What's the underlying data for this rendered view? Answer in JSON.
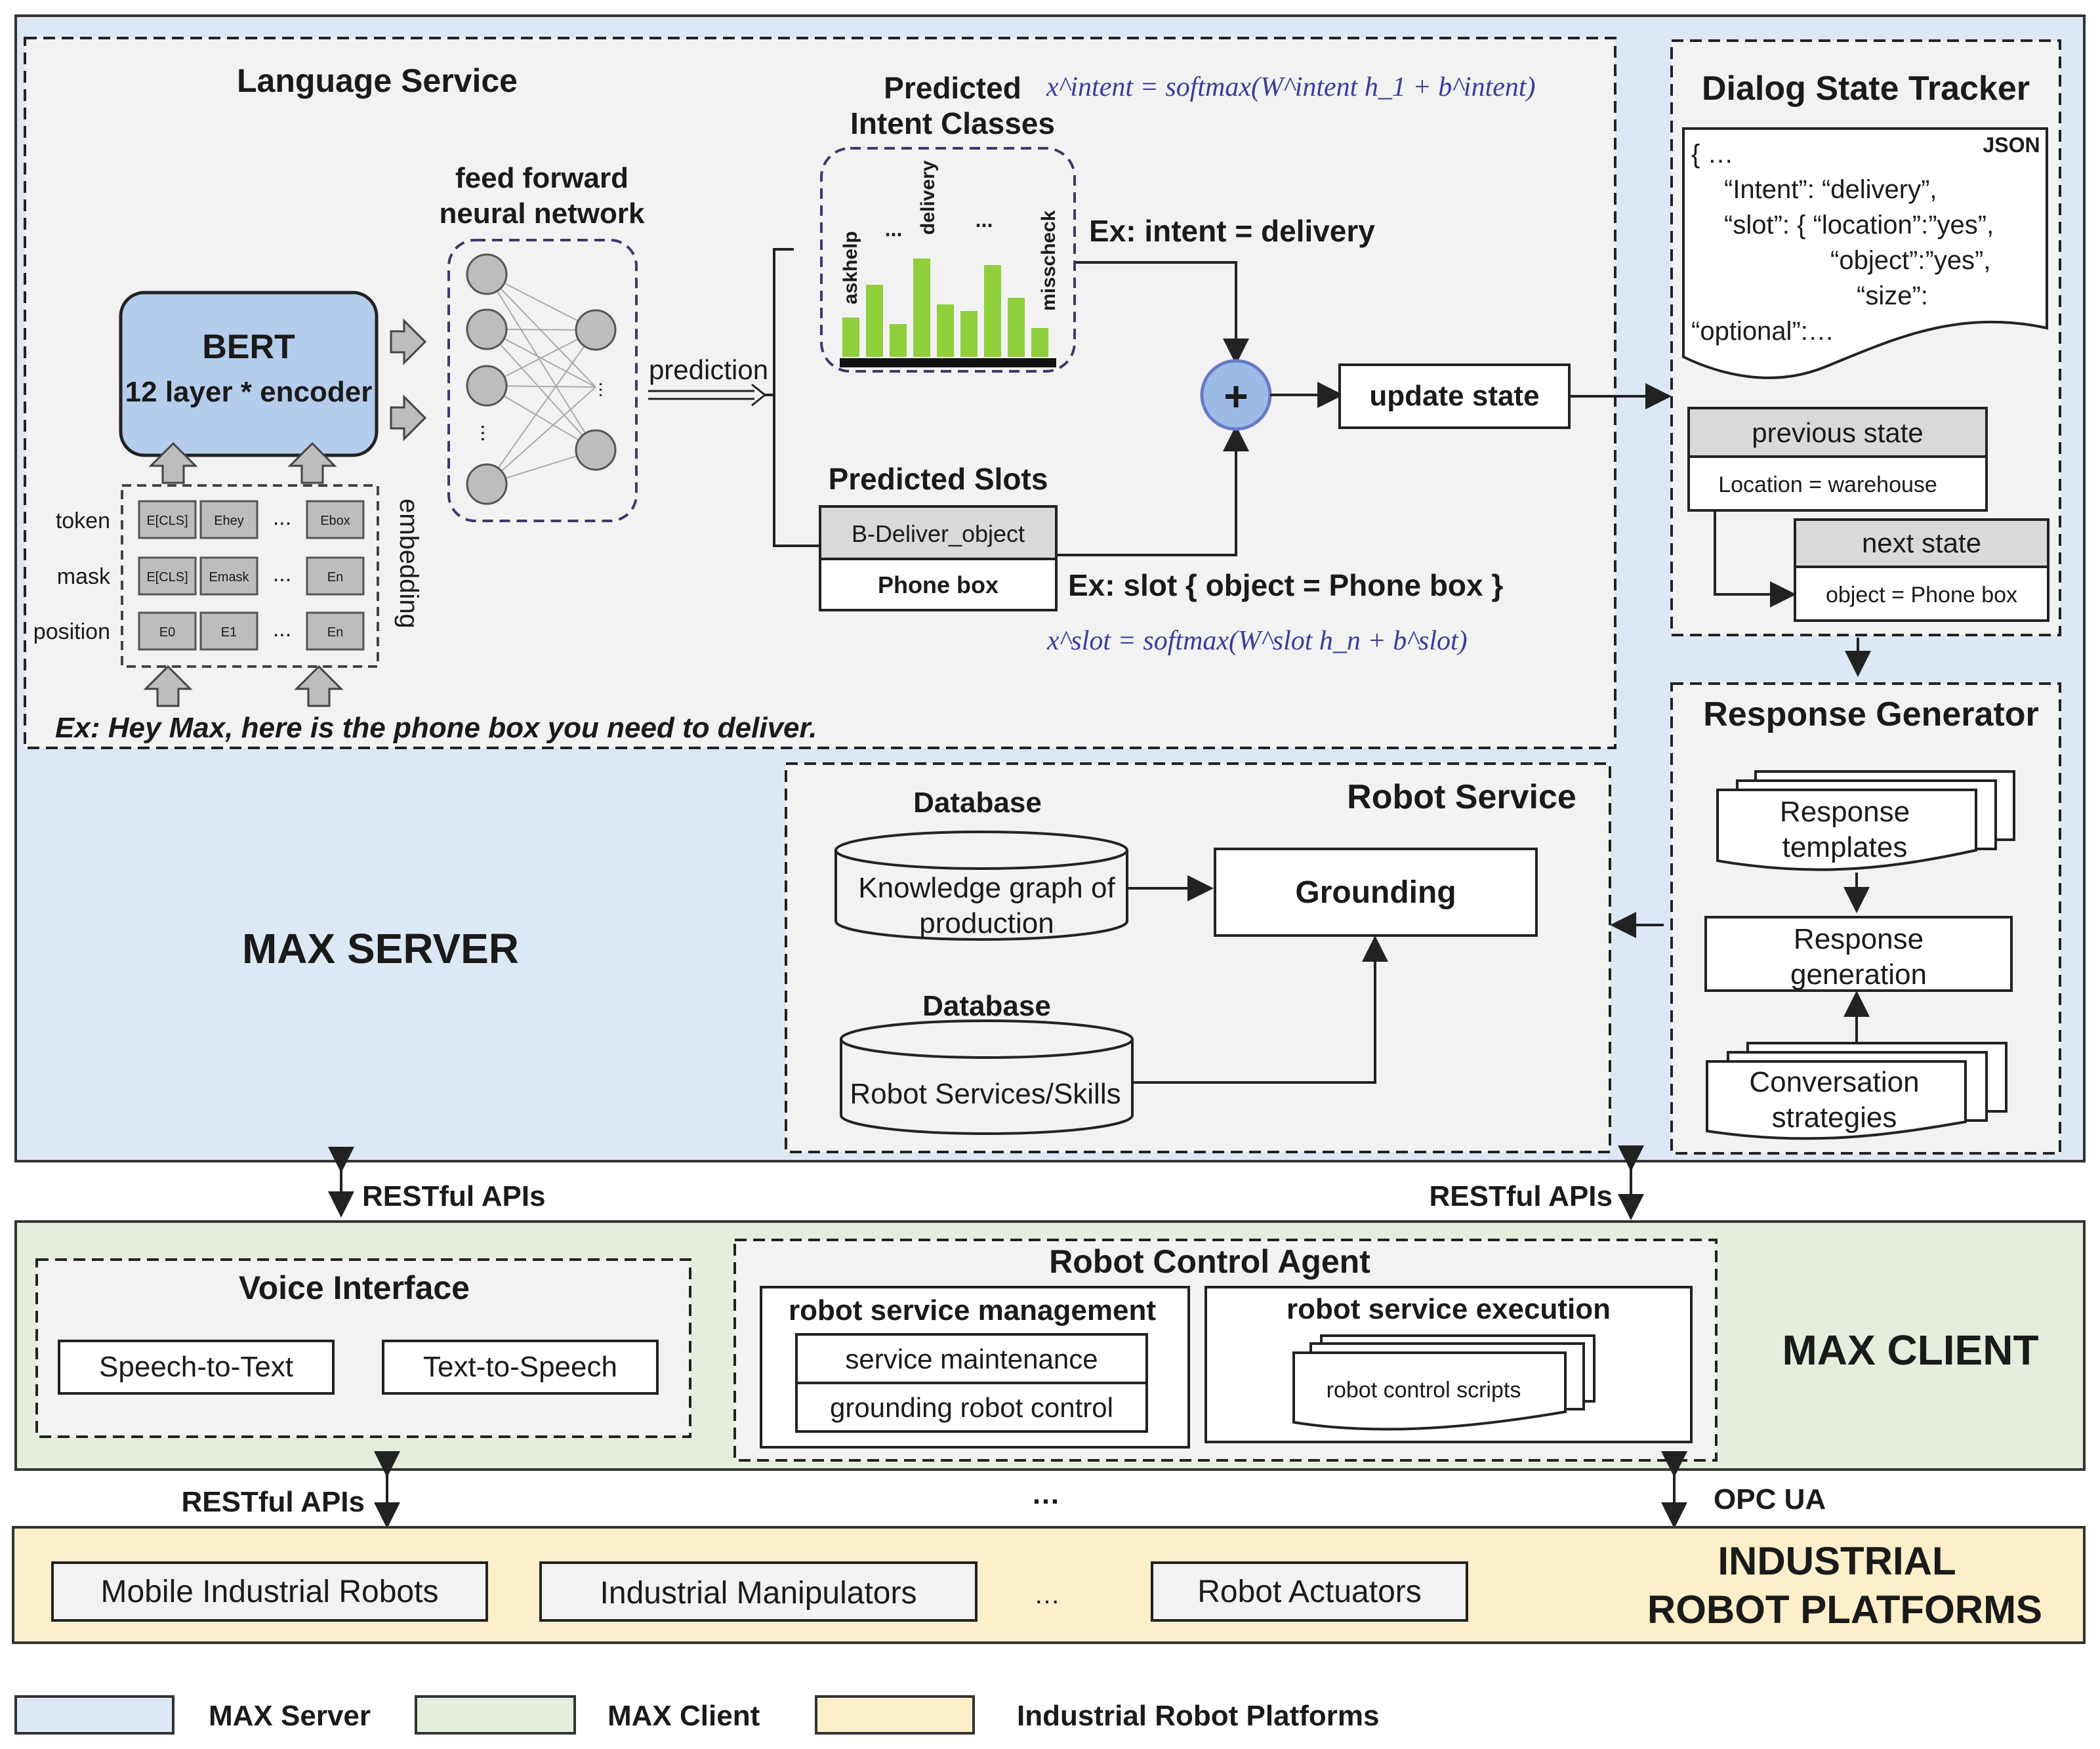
{
  "language_service": {
    "title": "Language Service",
    "bert_title": "BERT",
    "bert_subtitle": "12 layer * encoder",
    "ffnn_line1": "feed forward",
    "ffnn_line2": "neural network",
    "prediction_label": "prediction",
    "embedding_label": "embedding",
    "row_labels": [
      "token",
      "mask",
      "position"
    ],
    "emb_tokens": [
      "E[CLS]",
      "Ehey",
      "Ebox"
    ],
    "emb_mask": [
      "E[CLS]",
      "Emask",
      "En"
    ],
    "emb_pos": [
      "E0",
      "E1",
      "En"
    ],
    "ellipsis": "...",
    "intent_title_line1": "Predicted",
    "intent_title_line2": "Intent Classes",
    "intent_formula": "x^intent = softmax(W^intent h_1 + b^intent)",
    "intent_labels": [
      "askhelp",
      "...",
      "delivery",
      "...",
      "misscheck"
    ],
    "intent_bar_values": [
      0.3,
      0.55,
      0.25,
      0.75,
      0.4,
      0.35,
      0.7,
      0.45,
      0.22
    ],
    "intent_example": "Ex: intent = delivery",
    "slots_title": "Predicted Slots",
    "slot_tag": "B-Deliver_object",
    "slot_value": "Phone box",
    "slot_example": "Ex: slot { object = Phone box }",
    "slot_formula": "x^slot = softmax(W^slot h_n + b^slot)",
    "plus": "+",
    "update_state": "update state",
    "utterance": "Ex: Hey Max, here is the phone box you need to deliver."
  },
  "dialog_state_tracker": {
    "title": "Dialog State Tracker",
    "json_tag": "JSON",
    "json_lines": [
      "{    …",
      "“Intent”: “delivery”,",
      "“slot”: { “location”:”yes”,",
      "“object”:”yes”,",
      "“size”:",
      "“optional”:…"
    ],
    "previous_state": "previous state",
    "previous_value": "Location = warehouse",
    "next_state": "next state",
    "next_value": "object = Phone box"
  },
  "response_generator": {
    "title": "Response Generator",
    "templates_line1": "Response",
    "templates_line2": "templates",
    "generation_line1": "Response",
    "generation_line2": "generation",
    "strategies_line1": "Conversation",
    "strategies_line2": "strategies"
  },
  "robot_service": {
    "title": "Robot Service",
    "db1_title": "Database",
    "db1_line1": "Knowledge graph of",
    "db1_line2": "production",
    "db2_title": "Database",
    "db2_text": "Robot Services/Skills",
    "grounding": "Grounding"
  },
  "max_server_label": "MAX SERVER",
  "restful_left": "RESTful APIs",
  "restful_right": "RESTful APIs",
  "client": {
    "label": "MAX CLIENT",
    "voice_title": "Voice Interface",
    "stt": "Speech-to-Text",
    "tts": "Text-to-Speech",
    "rca_title": "Robot Control Agent",
    "mgmt_title": "robot service management",
    "maintenance": "service maintenance",
    "grounding_control": "grounding robot control",
    "exec_title": "robot service execution",
    "scripts": "robot control scripts"
  },
  "lower_links": {
    "restful": "RESTful APIs",
    "ellipsis": "…",
    "opc": "OPC UA"
  },
  "platforms": {
    "label_line1": "INDUSTRIAL",
    "label_line2": "ROBOT PLATFORMS",
    "mobile": "Mobile Industrial Robots",
    "manipulators": "Industrial Manipulators",
    "ellipsis": "…",
    "actuators": "Robot  Actuators"
  },
  "legend": {
    "server": "MAX Server",
    "client": "MAX Client",
    "platforms": "Industrial Robot Platforms"
  },
  "colors": {
    "server_bg": "#dce8f5",
    "client_bg": "#e5eedc",
    "platform_bg": "#fcefc9",
    "panel_bg": "#f2f2f2",
    "bert_fill": "#b4cdec",
    "bar_green": "#8fcf3c",
    "plus_fill": "#9bbbe6",
    "math_color": "#3b3b9b"
  }
}
